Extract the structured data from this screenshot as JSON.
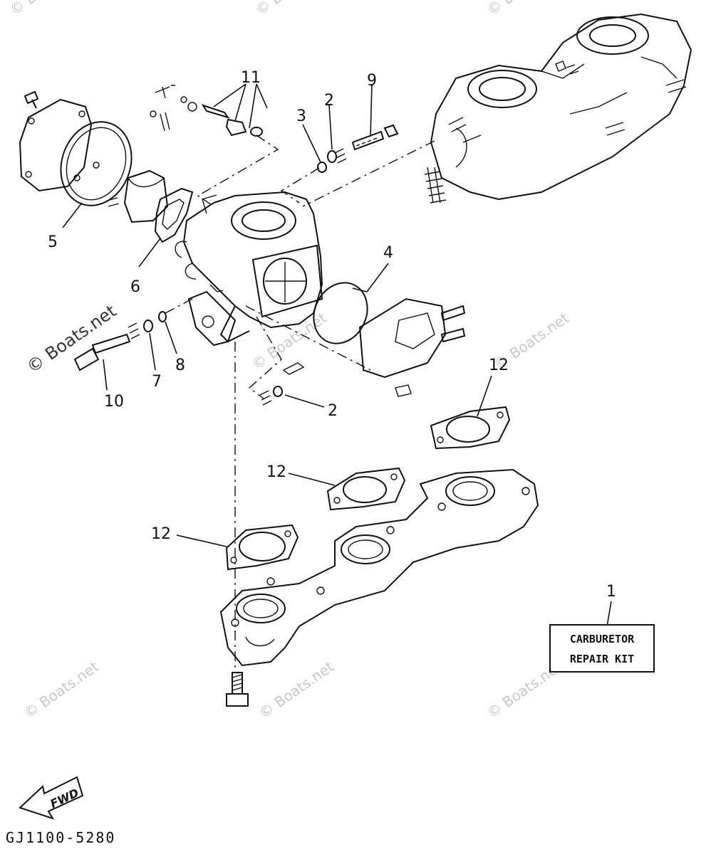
{
  "watermarks": {
    "copy_text": "© Boats.net",
    "main_text": "© Boats.net"
  },
  "callouts": {
    "p1": "1",
    "p2a": "2",
    "p2b": "2",
    "p3": "3",
    "p4": "4",
    "p5": "5",
    "p6": "6",
    "p7": "7",
    "p8": "8",
    "p9": "9",
    "p10": "10",
    "p11": "11",
    "p12a": "12",
    "p12b": "12",
    "p12c": "12"
  },
  "kit_box": {
    "line1": "CARBURETOR",
    "line2": "REPAIR  KIT"
  },
  "fwd_label": "FWD",
  "diagram_code": "GJ1100-5280"
}
